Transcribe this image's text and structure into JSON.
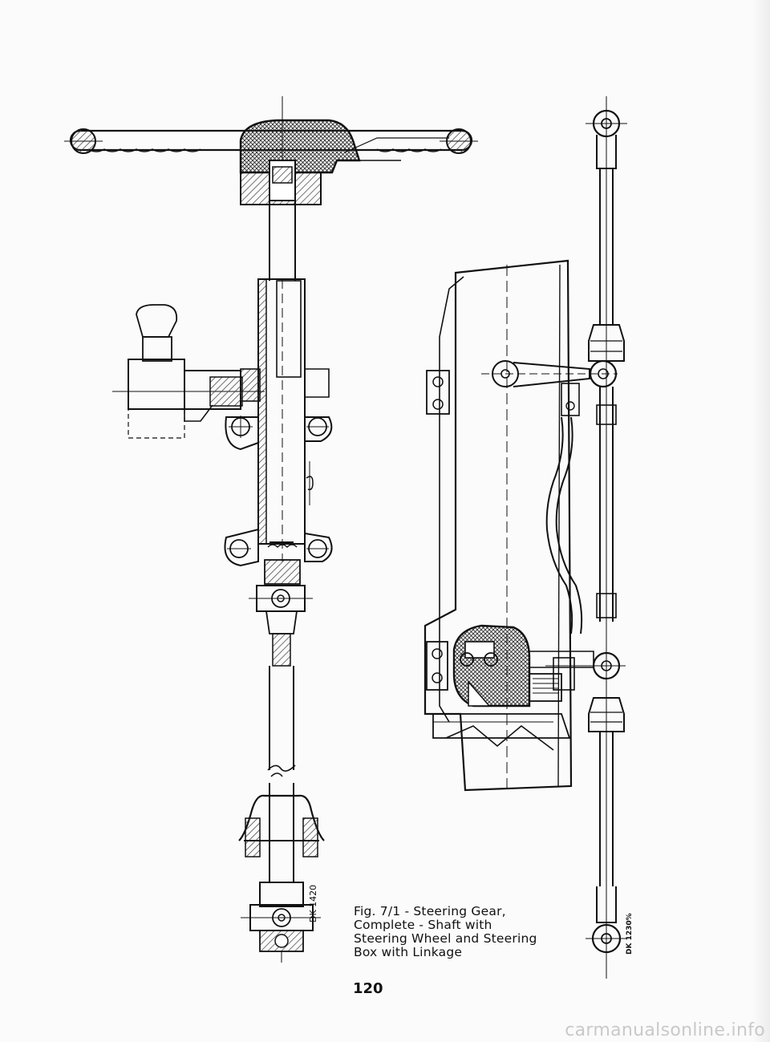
{
  "figure": {
    "caption_lines": [
      "Fig. 7/1 - Steering Gear,",
      "Complete - Shaft with",
      "Steering Wheel and Steering",
      "Box with Linkage"
    ],
    "left_code": "DK 1420",
    "right_code": "DK 1230%"
  },
  "page_number": "120",
  "watermark": "carmanualsonline.info",
  "colors": {
    "line": "#111111",
    "hatch": "#3a3a3a",
    "paper": "#fbfbfb"
  }
}
